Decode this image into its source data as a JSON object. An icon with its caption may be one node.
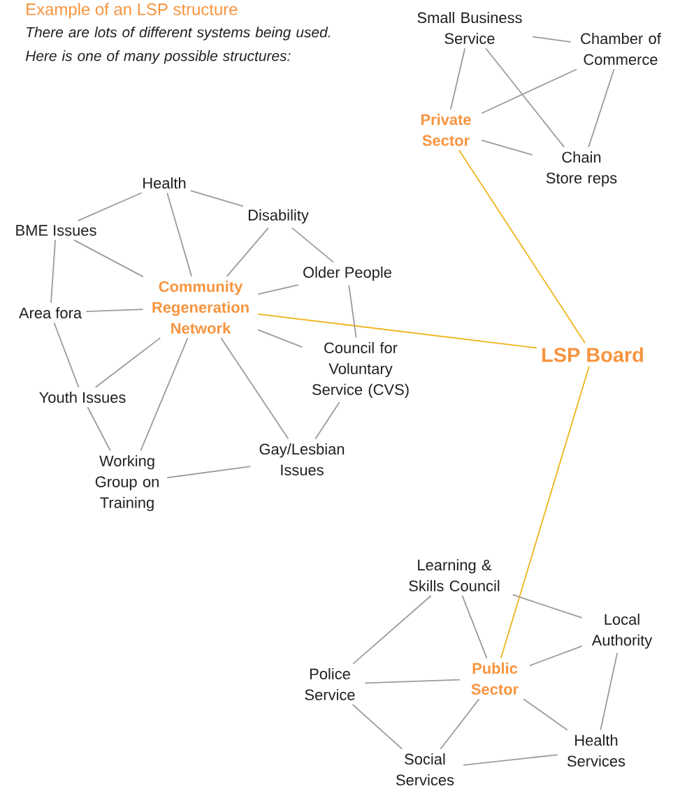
{
  "diagram": {
    "title": "Example of an LSP structure",
    "nodes": [
      {
        "text": [
          "Small Business Service"
        ]
      },
      {
        "text": [
          "Chamber of Commerce"
        ]
      },
      {
        "text": [
          "Private Sector"
        ]
      },
      {
        "text": [
          "Chain Store reps"
        ]
      },
      {
        "text": [
          "Health"
        ]
      },
      {
        "text": [
          "Disability"
        ]
      },
      {
        "text": [
          "BME Issues"
        ]
      },
      {
        "text": [
          "Older People"
        ]
      },
      {
        "text": [
          "Community Regeneration Network"
        ]
      },
      {
        "text": [
          "Area fora"
        ]
      },
      {
        "text": [
          "LSP Board"
        ]
      },
      {
        "text": [
          "Council for Voluntary Service (CVS)"
        ]
      },
      {
        "text": [
          "Youth Issues"
        ]
      },
      {
        "text": [
          "Gay/Lesbian Issues"
        ]
      },
      {
        "text": [
          "Working Group on Training"
        ]
      },
      {
        "text": [
          "Learning & Skills Council"
        ]
      },
      {
        "text": [
          "Local Authority"
        ]
      },
      {
        "text": [
          "Police Service"
        ]
      },
      {
        "text": [
          "Public Sector"
        ]
      },
      {
        "text": [
          "Health Services"
        ]
      },
      {
        "text": [
          "Social Services"
        ]
      }
    ],
    "edges": [
      {
        "from": 0,
        "to": 1,
        "arrow": "none"
      },
      {
        "from": 0,
        "to": 2,
        "arrow": "none"
      },
      {
        "from": 0,
        "to": 3,
        "arrow": "none"
      },
      {
        "from": 1,
        "to": 2,
        "arrow": "none"
      },
      {
        "from": 1,
        "to": 3,
        "arrow": "none"
      },
      {
        "from": 2,
        "to": 3,
        "arrow": "none"
      },
      {
        "from": 2,
        "to": 10,
        "arrow": "none",
        "color": "#f0b41c"
      },
      {
        "from": 8,
        "to": 10,
        "arrow": "none",
        "color": "#f0b41c"
      },
      {
        "from": 10,
        "to": 18,
        "arrow": "none",
        "color": "#f0b41c"
      },
      {
        "from": 4,
        "to": 6,
        "arrow": "none"
      },
      {
        "from": 4,
        "to": 5,
        "arrow": "none"
      },
      {
        "from": 4,
        "to": 8,
        "arrow": "none"
      },
      {
        "from": 5,
        "to": 8,
        "arrow": "none"
      },
      {
        "from": 5,
        "to": 7,
        "arrow": "none"
      },
      {
        "from": 7,
        "to": 8,
        "arrow": "none"
      },
      {
        "from": 7,
        "to": 11,
        "arrow": "none"
      },
      {
        "from": 6,
        "to": 8,
        "arrow": "none"
      },
      {
        "from": 6,
        "to": 9,
        "arrow": "none"
      },
      {
        "from": 9,
        "to": 8,
        "arrow": "none"
      },
      {
        "from": 9,
        "to": 12,
        "arrow": "none"
      },
      {
        "from": 12,
        "to": 8,
        "arrow": "none"
      },
      {
        "from": 12,
        "to": 14,
        "arrow": "none"
      },
      {
        "from": 8,
        "to": 14,
        "arrow": "none"
      },
      {
        "from": 8,
        "to": 13,
        "arrow": "none"
      },
      {
        "from": 8,
        "to": 11,
        "arrow": "none"
      },
      {
        "from": 14,
        "to": 13,
        "arrow": "none"
      },
      {
        "from": 13,
        "to": 11,
        "arrow": "none"
      },
      {
        "from": 15,
        "to": 17,
        "arrow": "none"
      },
      {
        "from": 15,
        "to": 18,
        "arrow": "none"
      },
      {
        "from": 15,
        "to": 16,
        "arrow": "none"
      },
      {
        "from": 16,
        "to": 18,
        "arrow": "none"
      },
      {
        "from": 16,
        "to": 19,
        "arrow": "none"
      },
      {
        "from": 17,
        "to": 18,
        "arrow": "none"
      },
      {
        "from": 17,
        "to": 20,
        "arrow": "none"
      },
      {
        "from": 18,
        "to": 20,
        "arrow": "none"
      },
      {
        "from": 18,
        "to": 19,
        "arrow": "none"
      },
      {
        "from": 20,
        "to": 19,
        "arrow": "none"
      }
    ],
    "labels": [
      "There are lots of different systems being used. Here is one of many possible structures:"
    ]
  }
}
